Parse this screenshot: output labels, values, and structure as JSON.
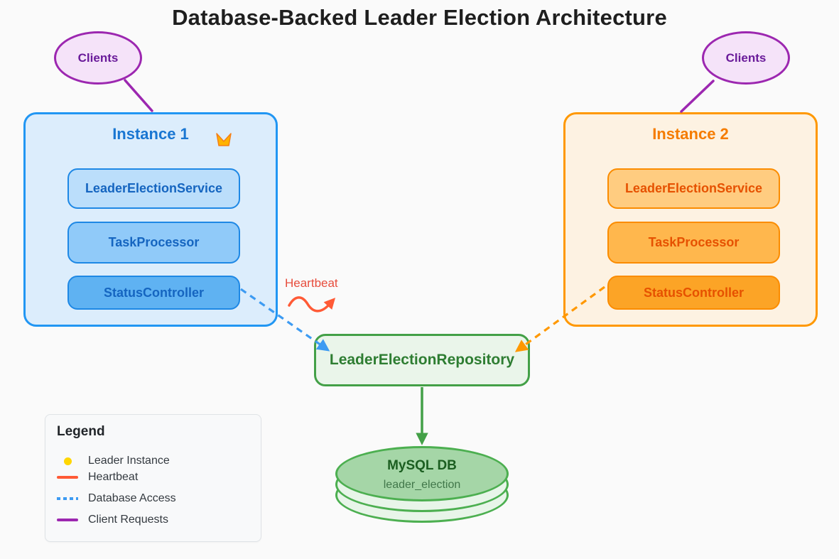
{
  "title": "Database-Backed Leader Election Architecture",
  "nodes": {
    "clients_left": {
      "label": "Clients"
    },
    "clients_right": {
      "label": "Clients"
    },
    "instance1": {
      "title": "Instance 1",
      "is_leader": true,
      "leader_icon": "crown-icon",
      "components": [
        "LeaderElectionService",
        "TaskProcessor",
        "StatusController"
      ]
    },
    "instance2": {
      "title": "Instance 2",
      "is_leader": false,
      "components": [
        "LeaderElectionService",
        "TaskProcessor",
        "StatusController"
      ]
    },
    "repository": {
      "label": "LeaderElectionRepository"
    },
    "database": {
      "title": "MySQL DB",
      "subtitle": "leader_election"
    }
  },
  "edges": {
    "heartbeat_label": "Heartbeat",
    "left_client_to_instance1": "client request",
    "right_client_to_instance2": "client request",
    "instance1_to_repository": "database access",
    "instance2_to_repository": "database access",
    "repository_to_database": "persists to"
  },
  "legend": {
    "title": "Legend",
    "items": [
      {
        "label": "Leader Instance",
        "marker": "dot",
        "color": "#ffd600"
      },
      {
        "label": "Heartbeat",
        "marker": "solid-line",
        "color": "#ff5a36"
      },
      {
        "label": "Database Access",
        "marker": "dashed-line",
        "color": "#3d9bf2"
      },
      {
        "label": "Client Requests",
        "marker": "solid-line",
        "color": "#9c27b0"
      }
    ]
  },
  "colors": {
    "instance1_accent": "#2196f3",
    "instance2_accent": "#ff9800",
    "repository_accent": "#43a047",
    "clients_accent": "#9c27b0",
    "heartbeat": "#ff5a36",
    "heartbeat_text": "#e74c3c",
    "database_access": "#3d9bf2",
    "client_requests": "#9c27b0",
    "leader_dot": "#ffd600",
    "crown": "#ffb300"
  }
}
